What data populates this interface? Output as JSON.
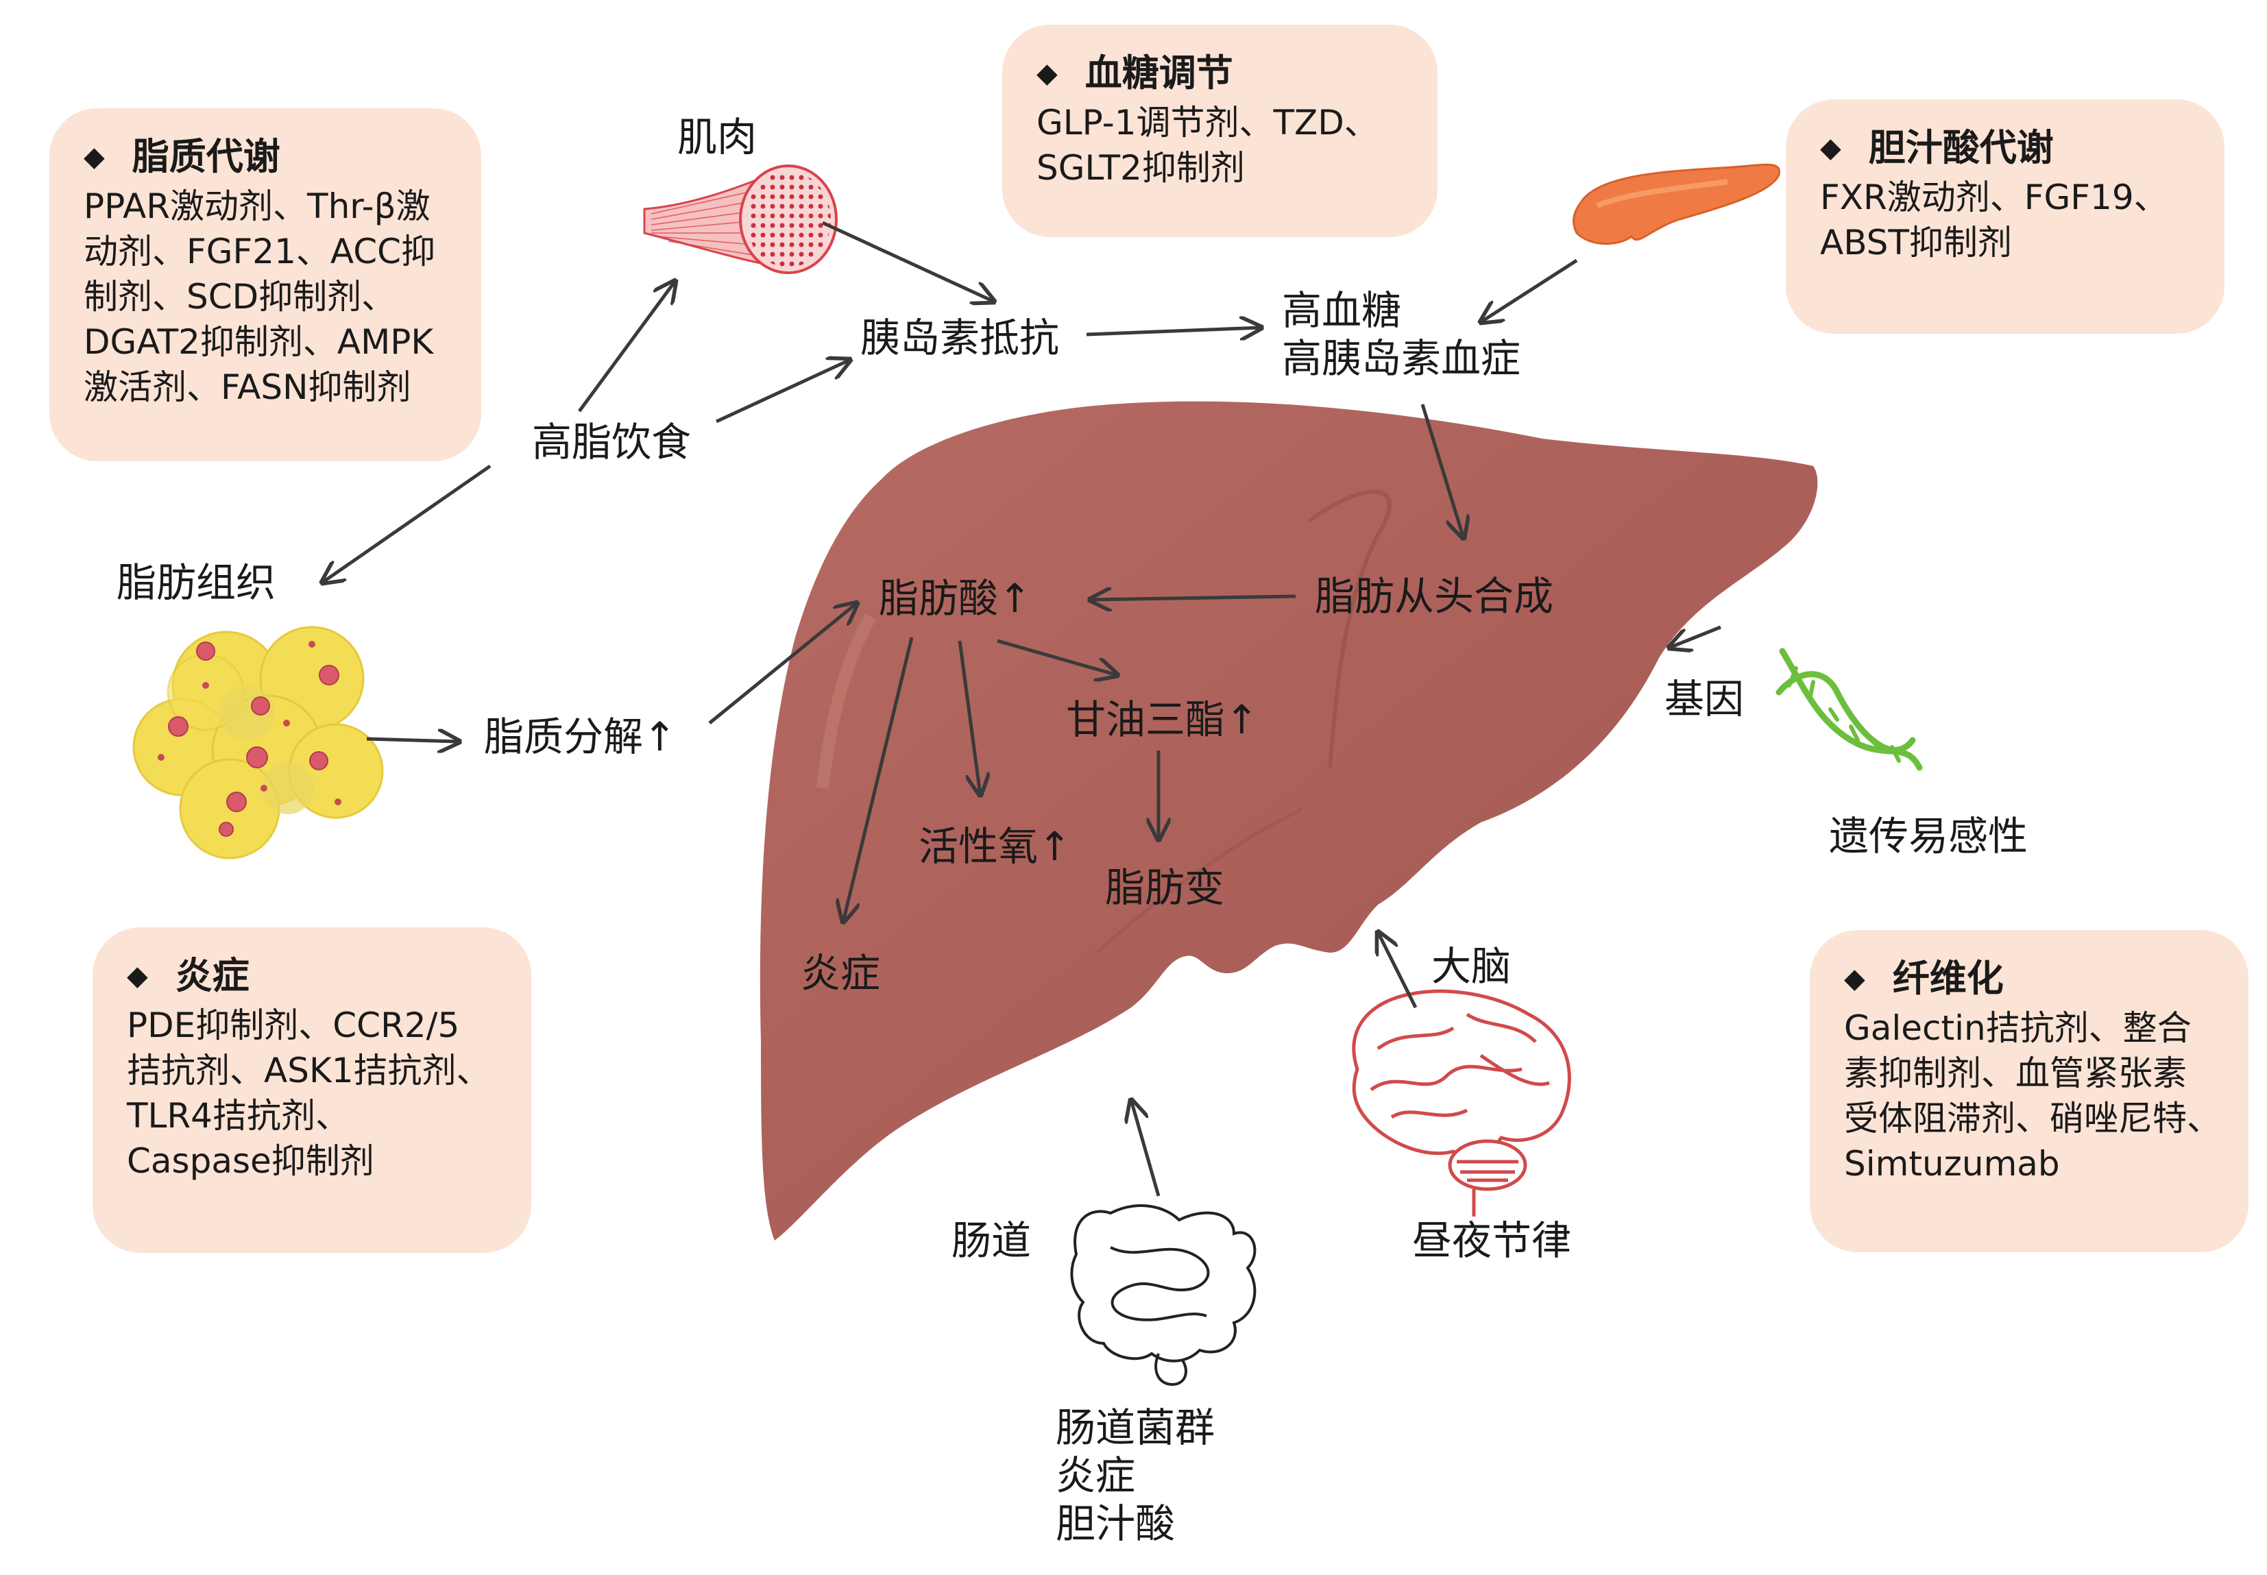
{
  "colors": {
    "box_fill": "#fbe3d6",
    "liver": "#b0665f",
    "arrow": "#3a3a3a",
    "dna": "#6cbf3c",
    "muscle": "#d9434a",
    "fat_cell": "#f3dd55",
    "brain": "#d14a4a",
    "gallbladder": "#ef7a43"
  },
  "boxes": {
    "lipid": {
      "title": "脂质代谢",
      "lines": [
        "PPAR激动剂、Thr-β激",
        "动剂、FGF21、ACC抑",
        "制剂、SCD抑制剂、",
        "DGAT2抑制剂、AMPK",
        "激活剂、FASN抑制剂"
      ]
    },
    "glucose": {
      "title": "血糖调节",
      "lines": [
        "GLP-1调节剂、TZD、",
        "SGLT2抑制剂"
      ]
    },
    "bile": {
      "title": "胆汁酸代谢",
      "lines": [
        "FXR激动剂、FGF19、",
        "ABST抑制剂"
      ]
    },
    "inflammation": {
      "title": "炎症",
      "lines": [
        "PDE抑制剂、CCR2/5",
        "拮抗剂、ASK1拮抗剂、",
        "TLR4拮抗剂、",
        "Caspase抑制剂"
      ]
    },
    "fibrosis": {
      "title": "纤维化",
      "lines": [
        "Galectin拮抗剂、整合",
        "素抑制剂、血管紧张素",
        "受体阻滞剂、硝唑尼特、",
        "Simtuzumab"
      ]
    }
  },
  "labels": {
    "muscle": "肌肉",
    "insulin_resistance": "胰岛素抵抗",
    "high_fat_diet": "高脂饮食",
    "adipose": "脂肪组织",
    "lipolysis": "脂质分解↑",
    "hyper_lines": [
      "高血糖",
      "高胰岛素血症"
    ],
    "de_novo": "脂肪从头合成",
    "fatty_acid": "脂肪酸↑",
    "triglyceride": "甘油三酯↑",
    "ros": "活性氧↑",
    "steatosis": "脂肪变",
    "inflammation": "炎症",
    "gene": "基因",
    "genetic": "遗传易感性",
    "brain": "大脑",
    "circadian": "昼夜节律",
    "gut": "肠道",
    "gut_lines": [
      "肠道菌群",
      "炎症",
      "胆汁酸"
    ]
  }
}
